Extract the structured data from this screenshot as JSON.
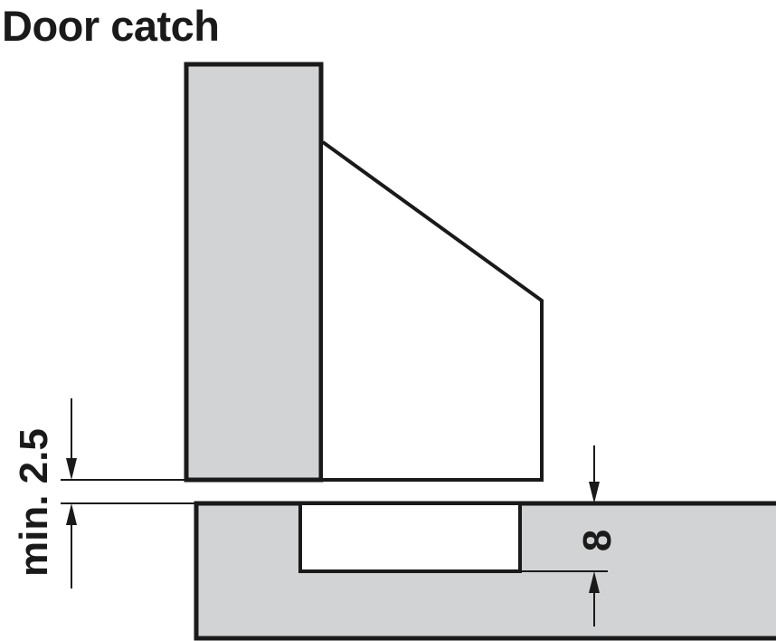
{
  "title": "Door catch",
  "dimensions": {
    "gap_label": "min. 2.5",
    "depth_label": "8"
  },
  "colors": {
    "panel_fill": "#d1d3d4",
    "stroke": "#1a1a1a",
    "background": "#ffffff"
  }
}
